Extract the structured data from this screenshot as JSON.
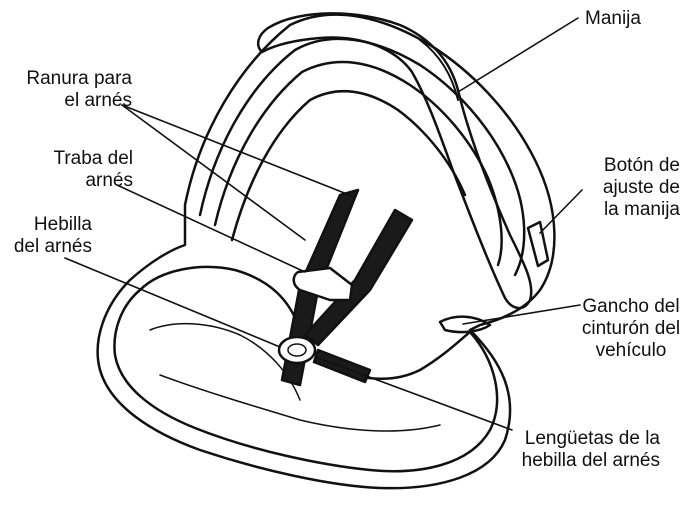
{
  "labels": {
    "manija": [
      "Manija"
    ],
    "ranura": [
      "Ranura para",
      "el arnés"
    ],
    "traba": [
      "Traba del",
      "arnés"
    ],
    "hebilla": [
      "Hebilla",
      "del arnés"
    ],
    "boton": [
      "Botón de",
      "ajuste de",
      "la manija"
    ],
    "gancho": [
      "Gancho del",
      "cinturón del",
      "vehículo"
    ],
    "lenguetas": [
      "Lengüetas de la",
      "hebilla del arnés"
    ]
  },
  "colors": {
    "line": "#111111",
    "background": "#ffffff",
    "strap": "#1a1a1a"
  }
}
